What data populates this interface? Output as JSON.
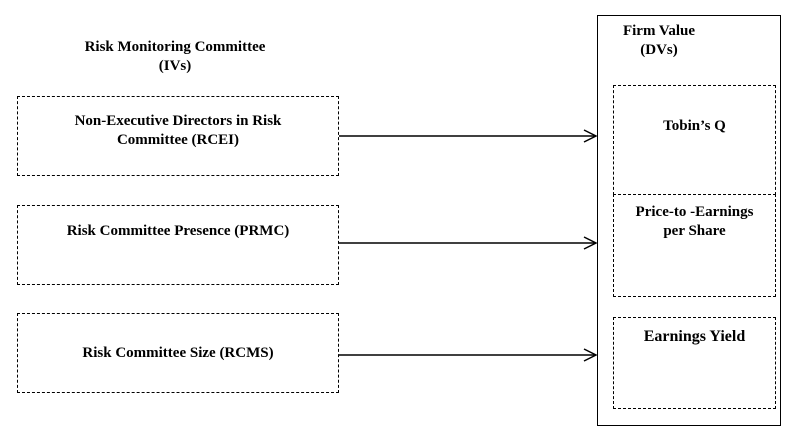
{
  "left_header": {
    "line1": "Risk Monitoring Committee",
    "line2": "(IVs)"
  },
  "right_header": {
    "line1": "Firm Value",
    "line2": "(DVs)"
  },
  "ivs": [
    {
      "line1": "Non-Executive Directors in Risk",
      "line2": "Committee (RCEI)"
    },
    {
      "line1": "Risk Committee Presence  (PRMC)"
    },
    {
      "line1": "Risk Committee Size (RCMS)"
    }
  ],
  "dvs": [
    {
      "line1": "Tobin’s Q"
    },
    {
      "line1": "Price-to -Earnings",
      "line2": "per Share"
    },
    {
      "line1": "Earnings Yield"
    }
  ]
}
